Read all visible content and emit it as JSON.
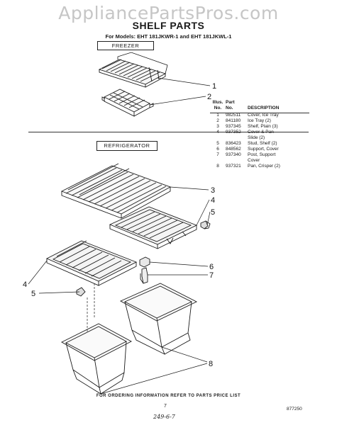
{
  "watermark": "AppliancePartsPros.com",
  "title": "SHELF PARTS",
  "models": "For Models: EHT 181JKWR-1 and EHT 181JKWL-1",
  "sections": {
    "freezer": "FREEZER",
    "refrigerator": "REFRIGERATOR"
  },
  "table": {
    "headers": {
      "illus_top": "Illus.",
      "illus_bottom": "No.",
      "part_top": "Part",
      "part_bottom": "No.",
      "description": "DESCRIPTION"
    },
    "rows": [
      {
        "no": "1",
        "part": "982511",
        "desc": "Cover, Ice Tray"
      },
      {
        "no": "2",
        "part": "841180",
        "desc": "Ice Tray (2)"
      },
      {
        "no": "3",
        "part": "937345",
        "desc": "Shelf, Plain (3)"
      },
      {
        "no": "4",
        "part": "937352",
        "desc": "Cover & Pan"
      },
      {
        "no": "",
        "part": "",
        "desc": "Slide (2)"
      },
      {
        "no": "5",
        "part": "836423",
        "desc": "Stud, Shelf (2)"
      },
      {
        "no": "6",
        "part": "848562",
        "desc": "Support, Cover"
      },
      {
        "no": "7",
        "part": "937340",
        "desc": "Post, Support"
      },
      {
        "no": "",
        "part": "",
        "desc": "Cover"
      },
      {
        "no": "8",
        "part": "937321",
        "desc": "Pan, Crisper (2)"
      }
    ]
  },
  "callouts": [
    "1",
    "2",
    "3",
    "4",
    "5",
    "6",
    "7",
    "4",
    "5",
    "8"
  ],
  "footer": "FOR ORDERING INFORMATION REFER TO PARTS PRICE LIST",
  "page_number": "7",
  "handwritten_note": "249-6-7",
  "figure_number": "877250"
}
